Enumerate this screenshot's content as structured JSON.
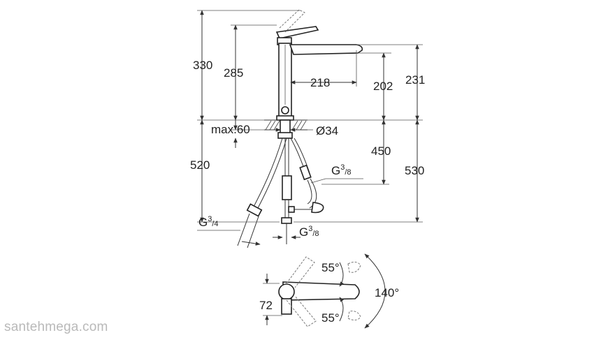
{
  "dimensions": {
    "h330": "330",
    "h285": "285",
    "reach218": "218",
    "h202": "202",
    "h231": "231",
    "max60": "max.60",
    "dia34": "Ø34",
    "h520": "520",
    "h450": "450",
    "h530": "530",
    "g38_top": {
      "base": "G",
      "num": "3",
      "den": "8"
    },
    "g34": {
      "base": "G",
      "num": "3",
      "den": "4"
    },
    "g38_bottom": {
      "base": "G",
      "num": "3",
      "den": "8"
    },
    "a55_top": "55°",
    "a55_bottom": "55°",
    "a140": "140°",
    "w72": "72"
  },
  "watermark": "santehmega.com"
}
